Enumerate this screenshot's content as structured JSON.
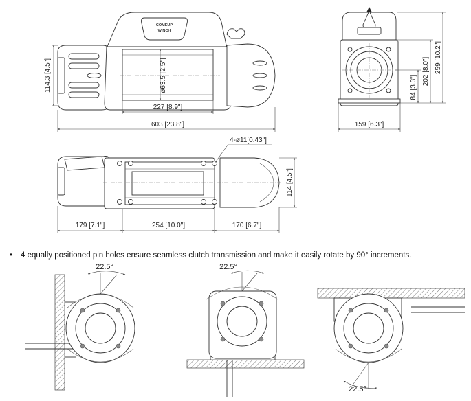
{
  "front_view": {
    "brand_line1": "COMEUP",
    "brand_line2": "WINCH",
    "dim_height": "114.3 [4.5\"]",
    "dim_drum_dia": "ø63.5 [2.5\"]",
    "dim_drum_len": "227 [8.9\"]",
    "dim_overall_len": "603 [23.8\"]"
  },
  "side_view": {
    "dim_width": "159 [6.3\"]",
    "dim_center": "84 [3.3\"]",
    "dim_202": "202 [8.0\"]",
    "dim_259": "259 [10.2\"]"
  },
  "top_view": {
    "dim_holes": "4-ø11[0.43\"]",
    "dim_mount_height": "114 [4.5\"]",
    "dim_left": "179 [7.1\"]",
    "dim_mid": "254 [10.0\"]",
    "dim_right": "170 [6.7\"]"
  },
  "note": {
    "bullet": "•",
    "text": "4 equally positioned pin holes ensure seamless clutch transmission and make it easily rotate by 90° increments."
  },
  "rotation_views": [
    {
      "angle_label": "22.5°",
      "mount": "wall-left"
    },
    {
      "angle_label": "22.5°",
      "mount": "floor"
    },
    {
      "angle_label": "22.5°",
      "mount": "ceiling"
    }
  ]
}
